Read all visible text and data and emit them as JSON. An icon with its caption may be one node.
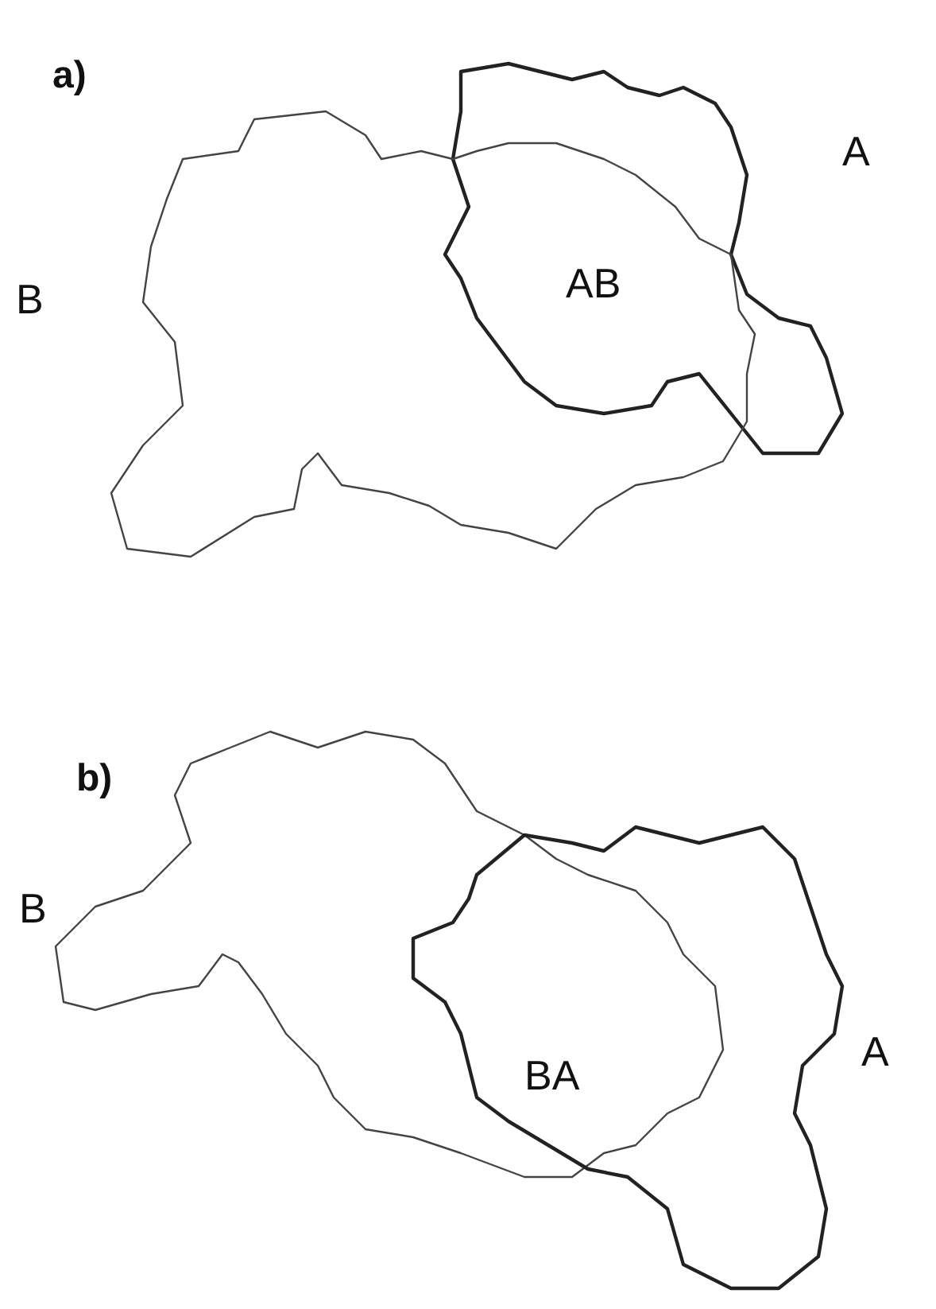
{
  "diagram": {
    "nodes": [
      {
        "text": [
          "A"
        ]
      },
      {
        "text": [
          "B"
        ]
      },
      {
        "text": [
          "B"
        ]
      },
      {
        "text": [
          "A"
        ]
      }
    ],
    "labels": [
      "a)",
      "AB",
      "b)",
      "BA"
    ]
  }
}
